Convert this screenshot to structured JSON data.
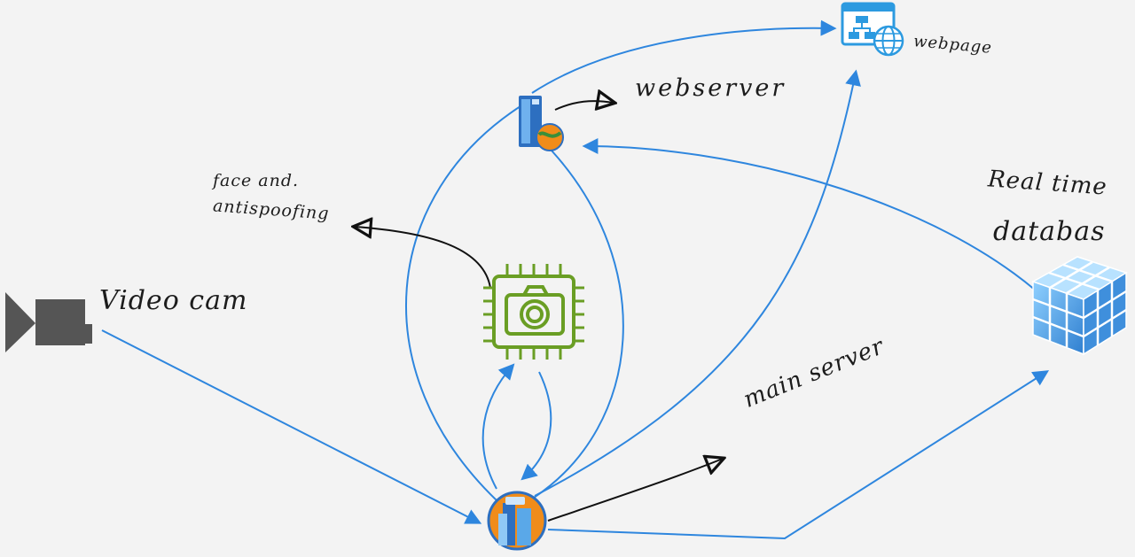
{
  "labels": {
    "video_cam": "Video cam",
    "webserver": "webserver",
    "webpage": "webpage",
    "face_line1": "face and.",
    "face_line2": "antispoofing",
    "realtime_line1": "Real time",
    "realtime_line2": "databas",
    "main_server": "main server"
  },
  "icons": {
    "video_camera": "video-camera-icon",
    "web_server": "web-server-icon",
    "webpage": "webpage-icon",
    "camera_chip": "camera-chip-icon",
    "main_server": "main-server-icon",
    "database": "database-cube-icon"
  },
  "colors": {
    "connector": "#2e86de",
    "pointer": "#111111",
    "chip_green": "#6a9e24",
    "camera_gray": "#555555",
    "database_blue": "#5aa8e8",
    "server_orange": "#f08c1a"
  }
}
